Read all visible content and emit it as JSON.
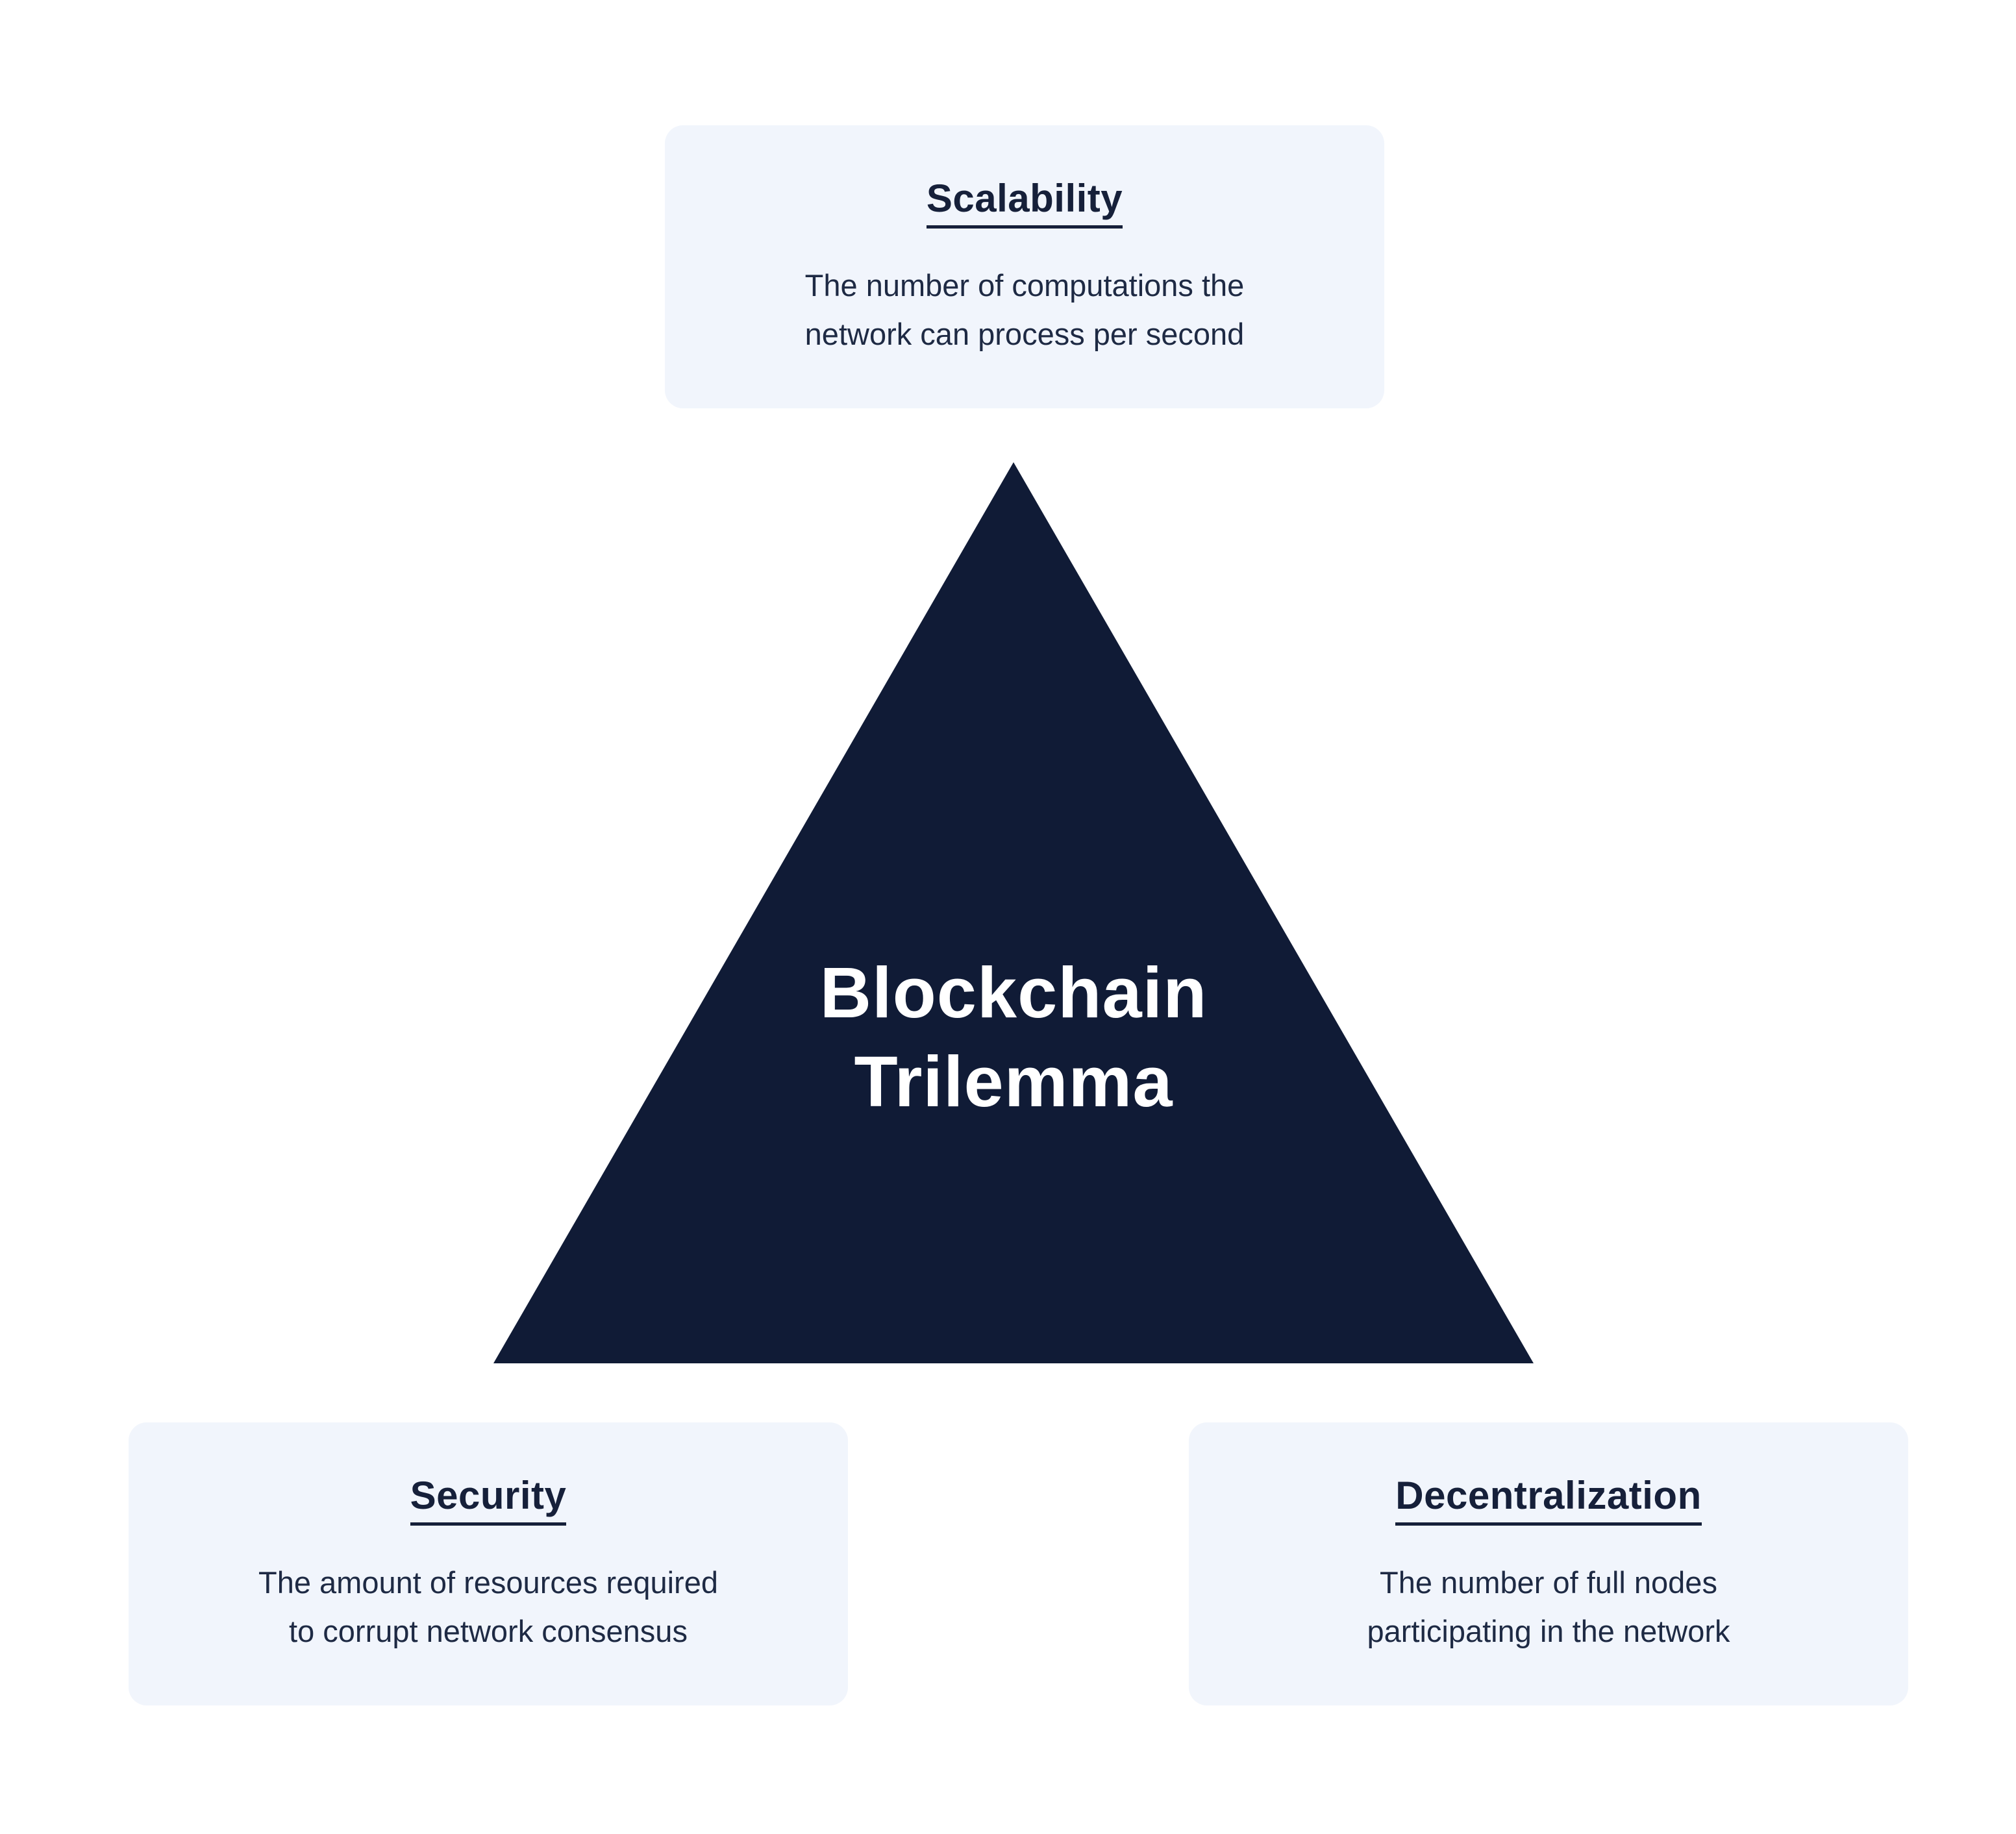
{
  "colors": {
    "page-bg": "#ffffff",
    "card-bg": "#f1f5fc",
    "navy": "#101b36",
    "ink": "#16203a",
    "ink-body": "#1e2a44",
    "triangle-text": "#ffffff"
  },
  "triangle": {
    "label": "Blockchain\nTrilemma"
  },
  "cards": [
    {
      "title": "Scalability",
      "description": "The number of computations the\nnetwork can process per second"
    },
    {
      "title": "Security",
      "description": "The amount of resources required\nto corrupt network consensus"
    },
    {
      "title": "Decentralization",
      "description": "The number of full nodes\nparticipating in the network"
    }
  ]
}
